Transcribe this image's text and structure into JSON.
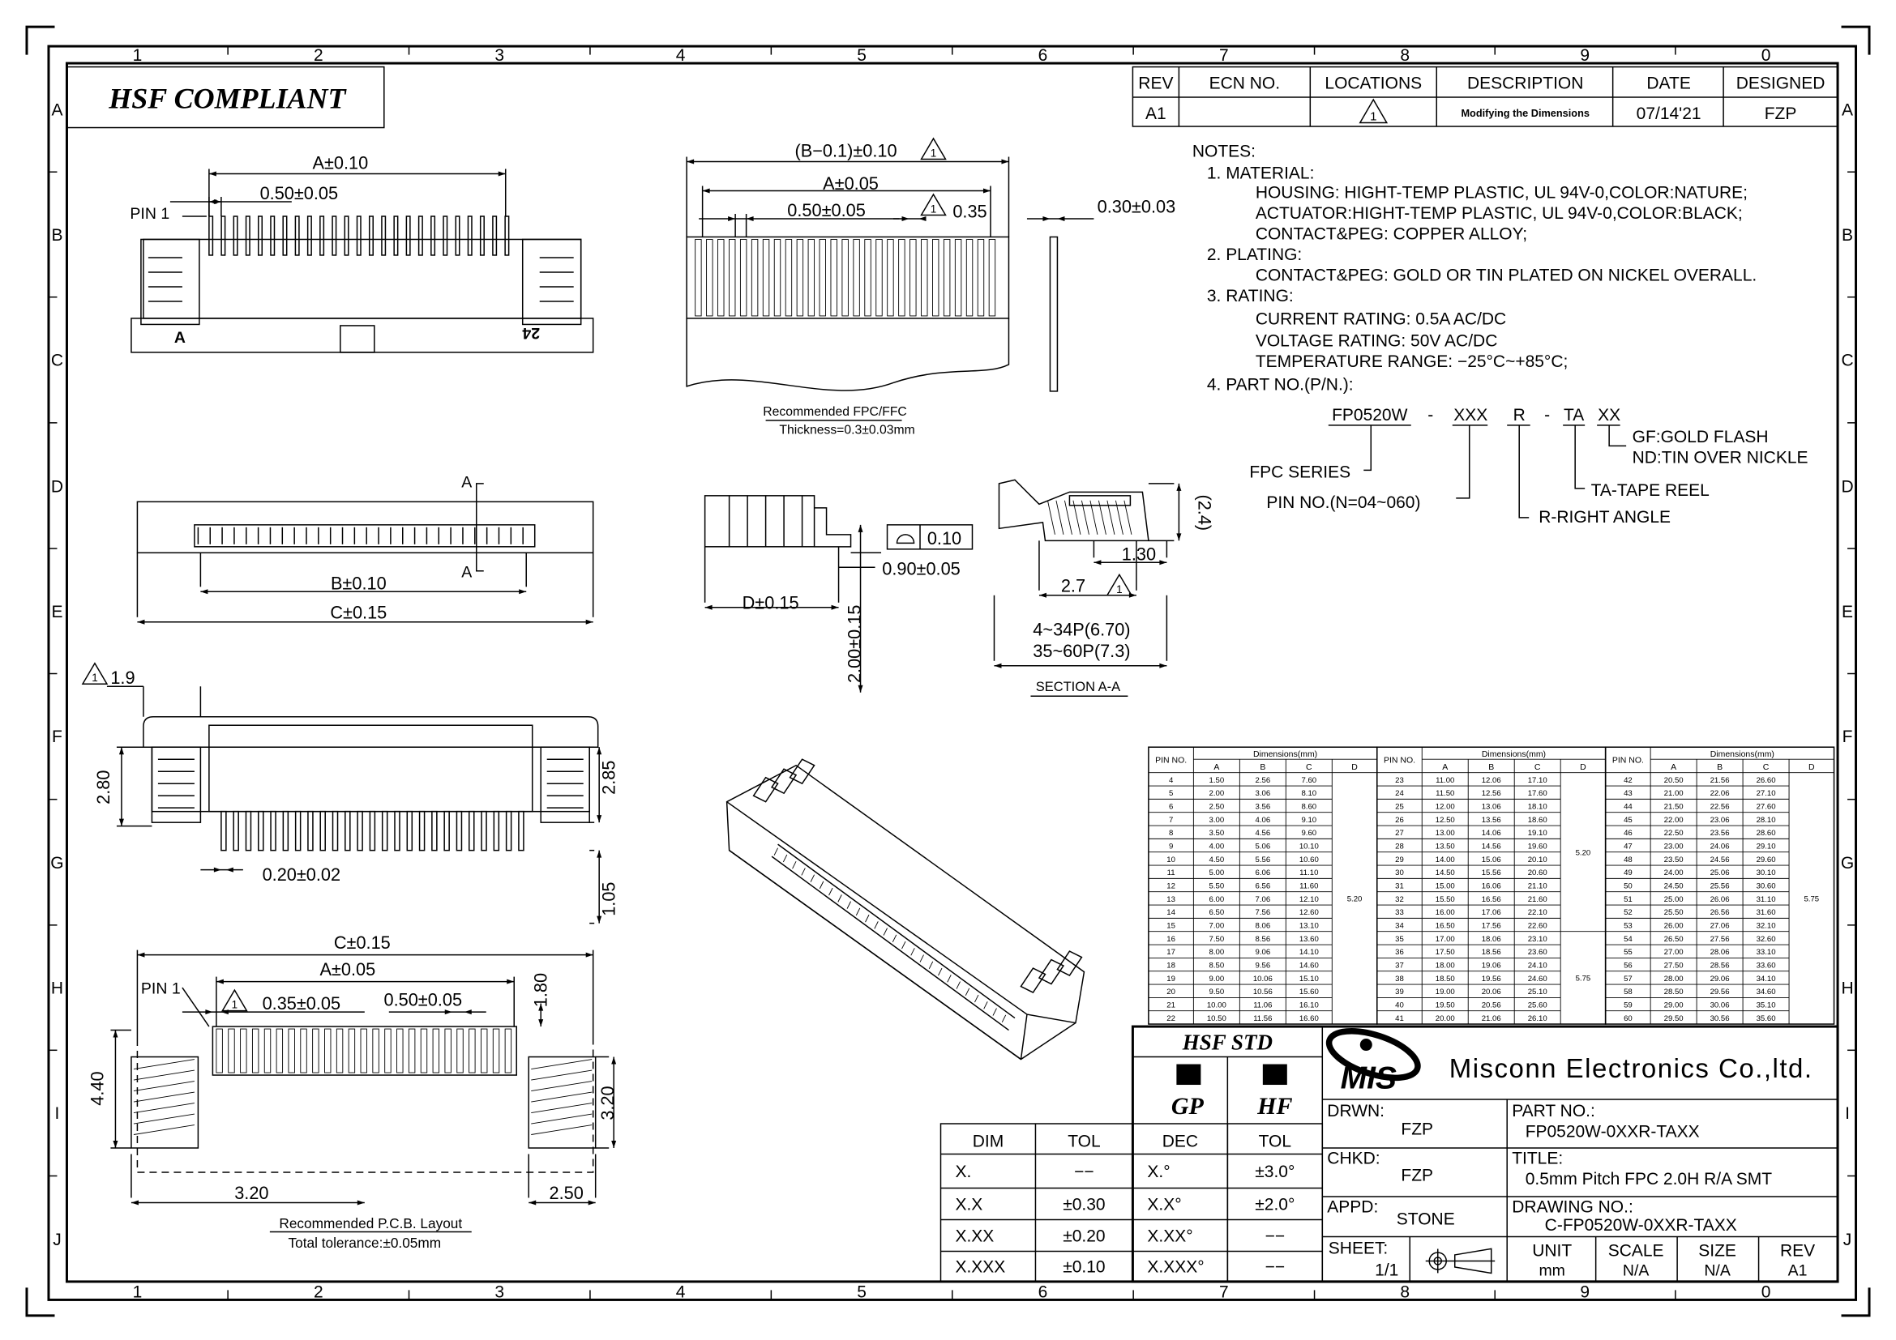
{
  "hsf_compliant": "HSF COMPLIANT",
  "rev_mark": "1",
  "zones": {
    "columns": [
      "1",
      "2",
      "3",
      "4",
      "5",
      "6",
      "7",
      "8",
      "9",
      "0"
    ],
    "rows": [
      "A",
      "B",
      "C",
      "D",
      "E",
      "F",
      "G",
      "H",
      "I",
      "J"
    ]
  },
  "revision": {
    "headers": [
      "REV",
      "ECN NO.",
      "LOCATIONS",
      "DESCRIPTION",
      "DATE",
      "DESIGNED"
    ],
    "row": [
      "A1",
      "",
      "1",
      "Modifying the Dimensions",
      "07/14'21",
      "FZP"
    ]
  },
  "notes": {
    "title": "NOTES:",
    "lines": [
      "1. MATERIAL:",
      "HOUSING: HIGHT-TEMP PLASTIC, UL 94V-0,COLOR:NATURE;",
      "ACTUATOR:HIGHT-TEMP PLASTIC, UL 94V-0,COLOR:BLACK;",
      "CONTACT&PEG: COPPER ALLOY;",
      "2. PLATING:",
      "CONTACT&PEG: GOLD OR TIN PLATED ON NICKEL OVERALL.",
      "3. RATING:",
      "CURRENT RATING: 0.5A AC/DC",
      "VOLTAGE RATING: 50V AC/DC",
      "TEMPERATURE RANGE: −25°C~+85°C;",
      "4. PART NO.(P/N.):"
    ],
    "part_number": {
      "segments": [
        "FP0520W",
        "-",
        "XXX",
        "R",
        "-",
        "TA",
        "XX"
      ],
      "legend": {
        "series": "FPC SERIES",
        "pin_no": "PIN NO.(N=04~060)",
        "right_angle": "R-RIGHT ANGLE",
        "tape_reel": "TA-TAPE REEL",
        "gold_flash": "GF:GOLD FLASH",
        "tin": "ND:TIN OVER NICKLE"
      }
    }
  },
  "dims": {
    "top_a": "A±0.10",
    "top_pitch": "0.50±0.05",
    "pin1": "PIN 1",
    "mark_a": "A",
    "mark_24": "24",
    "fpc_b": "(B−0.1)±0.10",
    "fpc_a": "A±0.05",
    "fpc_pitch": "0.50±0.05",
    "fpc_035": "0.35",
    "fpc_thk": "0.30±0.03",
    "fpc_caption1": "Recommended FPC/FFC",
    "fpc_caption2": "Thickness=0.3±0.03mm",
    "front_a": "A",
    "front_b": "B±0.10",
    "front_c": "C±0.15",
    "flat": "0.10",
    "side_090": "0.90±0.05",
    "side_d": "D±0.15",
    "side_200": "2.00±0.15",
    "sec_24": "(2.4)",
    "sec_130": "1.30",
    "sec_27": "2.7",
    "sec_small": "4~34P(6.70)",
    "sec_large": "35~60P(7.3)",
    "sec_title": "SECTION A-A",
    "bot_19": "1.9",
    "bot_280": "2.80",
    "bot_285": "2.85",
    "bot_020": "0.20±0.02",
    "bot_105": "1.05",
    "pcb_c": "C±0.15",
    "pcb_a": "A±0.05",
    "pcb_pin1": "PIN 1",
    "pcb_035": "0.35±0.05",
    "pcb_pitch": "0.50±0.05",
    "pcb_180": "1.80",
    "pcb_440": "4.40",
    "pcb_320v": "3.20",
    "pcb_320": "3.20",
    "pcb_250": "2.50",
    "pcb_caption1": "Recommended P.C.B. Layout",
    "pcb_caption2": "Total tolerance:±0.05mm"
  },
  "pin_table": {
    "title": "Dimensions(mm)",
    "pin_header": "PIN NO.",
    "columns": [
      "A",
      "B",
      "C",
      "D"
    ],
    "tables": [
      {
        "rows": [
          [
            4,
            "1.50",
            "2.56",
            "7.60"
          ],
          [
            5,
            "2.00",
            "3.06",
            "8.10"
          ],
          [
            6,
            "2.50",
            "3.56",
            "8.60"
          ],
          [
            7,
            "3.00",
            "4.06",
            "9.10"
          ],
          [
            8,
            "3.50",
            "4.56",
            "9.60"
          ],
          [
            9,
            "4.00",
            "5.06",
            "10.10"
          ],
          [
            10,
            "4.50",
            "5.56",
            "10.60"
          ],
          [
            11,
            "5.00",
            "6.06",
            "11.10"
          ],
          [
            12,
            "5.50",
            "6.56",
            "11.60"
          ],
          [
            13,
            "6.00",
            "7.06",
            "12.10"
          ],
          [
            14,
            "6.50",
            "7.56",
            "12.60"
          ],
          [
            15,
            "7.00",
            "8.06",
            "13.10"
          ],
          [
            16,
            "7.50",
            "8.56",
            "13.60"
          ],
          [
            17,
            "8.00",
            "9.06",
            "14.10"
          ],
          [
            18,
            "8.50",
            "9.56",
            "14.60"
          ],
          [
            19,
            "9.00",
            "10.06",
            "15.10"
          ],
          [
            20,
            "9.50",
            "10.56",
            "15.60"
          ],
          [
            21,
            "10.00",
            "11.06",
            "16.10"
          ],
          [
            22,
            "10.50",
            "11.56",
            "16.60"
          ]
        ],
        "d_groups": [
          {
            "rows": 19,
            "value": "5.20"
          }
        ]
      },
      {
        "rows": [
          [
            23,
            "11.00",
            "12.06",
            "17.10"
          ],
          [
            24,
            "11.50",
            "12.56",
            "17.60"
          ],
          [
            25,
            "12.00",
            "13.06",
            "18.10"
          ],
          [
            26,
            "12.50",
            "13.56",
            "18.60"
          ],
          [
            27,
            "13.00",
            "14.06",
            "19.10"
          ],
          [
            28,
            "13.50",
            "14.56",
            "19.60"
          ],
          [
            29,
            "14.00",
            "15.06",
            "20.10"
          ],
          [
            30,
            "14.50",
            "15.56",
            "20.60"
          ],
          [
            31,
            "15.00",
            "16.06",
            "21.10"
          ],
          [
            32,
            "15.50",
            "16.56",
            "21.60"
          ],
          [
            33,
            "16.00",
            "17.06",
            "22.10"
          ],
          [
            34,
            "16.50",
            "17.56",
            "22.60"
          ],
          [
            35,
            "17.00",
            "18.06",
            "23.10"
          ],
          [
            36,
            "17.50",
            "18.56",
            "23.60"
          ],
          [
            37,
            "18.00",
            "19.06",
            "24.10"
          ],
          [
            38,
            "18.50",
            "19.56",
            "24.60"
          ],
          [
            39,
            "19.00",
            "20.06",
            "25.10"
          ],
          [
            40,
            "19.50",
            "20.56",
            "25.60"
          ],
          [
            41,
            "20.00",
            "21.06",
            "26.10"
          ]
        ],
        "d_groups": [
          {
            "rows": 12,
            "value": "5.20"
          },
          {
            "rows": 7,
            "value": "5.75"
          }
        ]
      },
      {
        "rows": [
          [
            42,
            "20.50",
            "21.56",
            "26.60"
          ],
          [
            43,
            "21.00",
            "22.06",
            "27.10"
          ],
          [
            44,
            "21.50",
            "22.56",
            "27.60"
          ],
          [
            45,
            "22.00",
            "23.06",
            "28.10"
          ],
          [
            46,
            "22.50",
            "23.56",
            "28.60"
          ],
          [
            47,
            "23.00",
            "24.06",
            "29.10"
          ],
          [
            48,
            "23.50",
            "24.56",
            "29.60"
          ],
          [
            49,
            "24.00",
            "25.06",
            "30.10"
          ],
          [
            50,
            "24.50",
            "25.56",
            "30.60"
          ],
          [
            51,
            "25.00",
            "26.06",
            "31.10"
          ],
          [
            52,
            "25.50",
            "26.56",
            "31.60"
          ],
          [
            53,
            "26.00",
            "27.06",
            "32.10"
          ],
          [
            54,
            "26.50",
            "27.56",
            "32.60"
          ],
          [
            55,
            "27.00",
            "28.06",
            "33.10"
          ],
          [
            56,
            "27.50",
            "28.56",
            "33.60"
          ],
          [
            57,
            "28.00",
            "29.06",
            "34.10"
          ],
          [
            58,
            "28.50",
            "29.56",
            "34.60"
          ],
          [
            59,
            "29.00",
            "30.06",
            "35.10"
          ],
          [
            60,
            "29.50",
            "30.56",
            "35.60"
          ]
        ],
        "d_groups": [
          {
            "rows": 19,
            "value": "5.75"
          }
        ]
      }
    ]
  },
  "tolerance": {
    "dim_headers": [
      "DIM",
      "TOL"
    ],
    "dim_rows": [
      [
        "X.",
        "−−"
      ],
      [
        "X.X",
        "±0.30"
      ],
      [
        "X.XX",
        "±0.20"
      ],
      [
        "X.XXX",
        "±0.10"
      ]
    ],
    "dec_headers": [
      "DEC",
      "TOL"
    ],
    "dec_rows": [
      [
        "X.°",
        "±3.0°"
      ],
      [
        "X.X°",
        "±2.0°"
      ],
      [
        "X.XX°",
        "−−"
      ],
      [
        "X.XXX°",
        "−−"
      ]
    ]
  },
  "hsf_std": {
    "title": "HSF STD",
    "gp": "GP",
    "hf": "HF"
  },
  "title_block": {
    "logo": "MIS",
    "company": "Misconn Electronics Co.,ltd.",
    "drwn_label": "DRWN:",
    "drwn": "FZP",
    "chkd_label": "CHKD:",
    "chkd": "FZP",
    "appd_label": "APPD:",
    "appd": "STONE",
    "sheet_label": "SHEET:",
    "sheet": "1/1",
    "part_no_label": "PART NO.:",
    "part_no": "FP0520W-0XXR-TAXX",
    "title_label": "TITLE:",
    "title": "0.5mm Pitch FPC 2.0H R/A SMT",
    "drawing_no_label": "DRAWING NO.:",
    "drawing_no": "C-FP0520W-0XXR-TAXX",
    "unit_label": "UNIT",
    "unit": "mm",
    "scale_label": "SCALE",
    "scale": "N/A",
    "size_label": "SIZE",
    "size": "N/A",
    "rev_label": "REV",
    "rev": "A1"
  }
}
